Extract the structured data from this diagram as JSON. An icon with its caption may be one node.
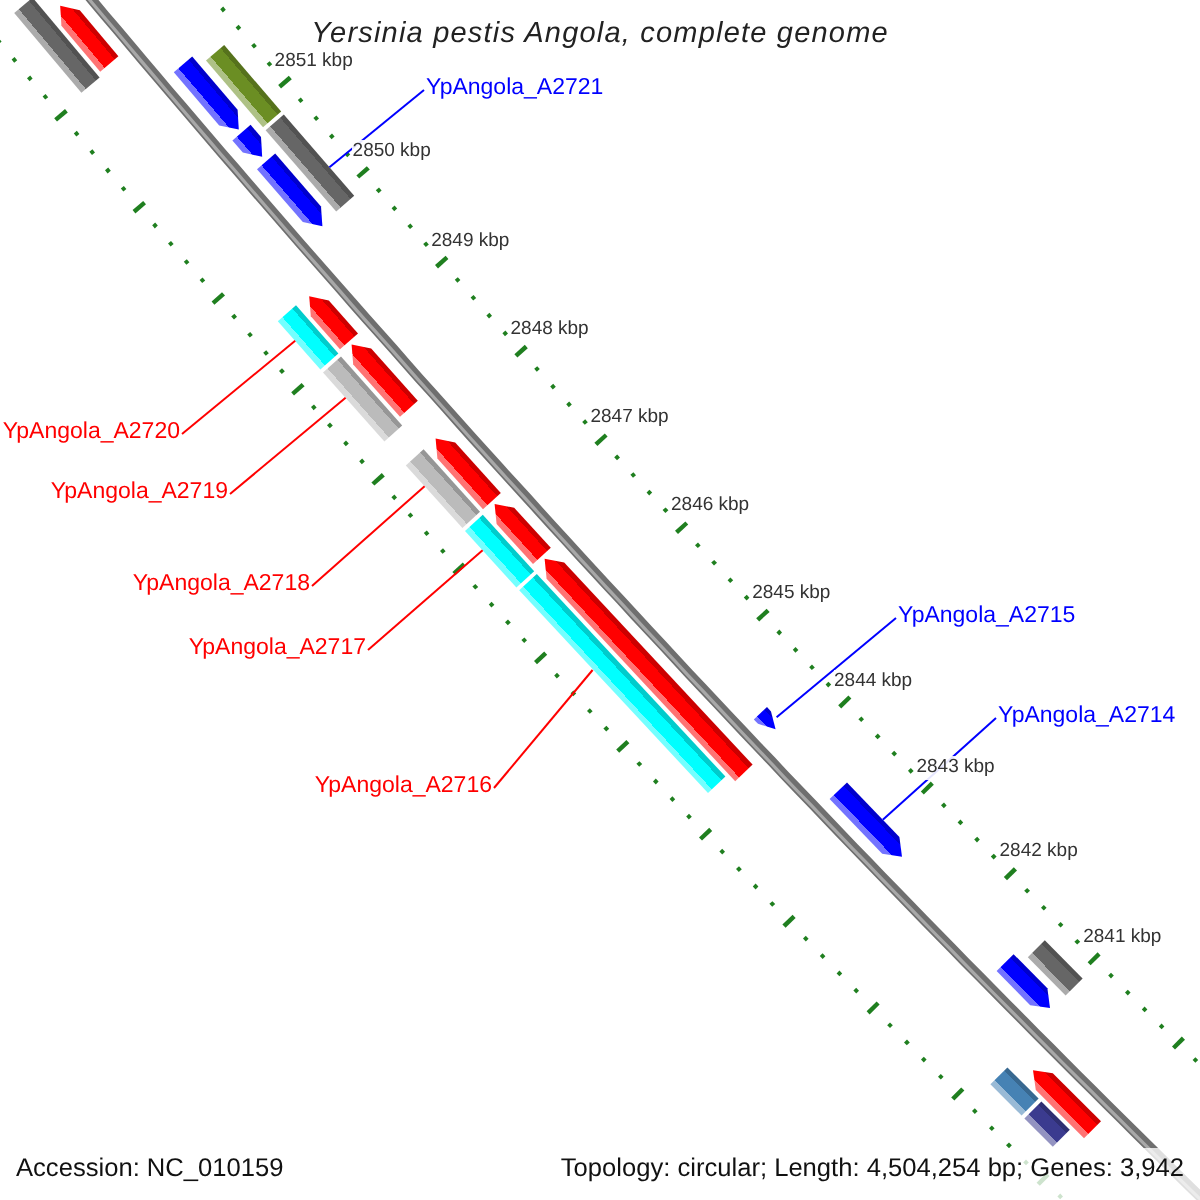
{
  "diagram": {
    "title": "Yersinia pestis Angola, complete genome",
    "nodes": [
      {
        "text": [
          "YpAngola_A2721"
        ]
      },
      {
        "text": [
          "YpAngola_A2720"
        ]
      },
      {
        "text": [
          "YpAngola_A2719"
        ]
      },
      {
        "text": [
          "YpAngola_A2718"
        ]
      },
      {
        "text": [
          "YpAngola_A2717"
        ]
      },
      {
        "text": [
          "YpAngola_A2716"
        ]
      },
      {
        "text": [
          "YpAngola_A2715"
        ]
      },
      {
        "text": [
          "YpAngola_A2714"
        ]
      },
      {
        "text": [],
        "shape": "box"
      },
      {
        "text": [],
        "shape": "arrow"
      },
      {
        "text": [],
        "shape": "arrow"
      },
      {
        "text": [],
        "shape": "box"
      },
      {
        "text": [],
        "shape": "arrow"
      },
      {
        "text": [],
        "shape": "box"
      },
      {
        "text": [],
        "shape": "arrow"
      },
      {
        "text": [],
        "shape": "box"
      },
      {
        "text": [],
        "shape": "arrow"
      },
      {
        "text": [],
        "shape": "arrow"
      },
      {
        "text": [],
        "shape": "box"
      },
      {
        "text": [],
        "shape": "box"
      },
      {
        "text": [],
        "shape": "arrow"
      },
      {
        "text": [],
        "shape": "box"
      },
      {
        "text": [],
        "shape": "arrow"
      },
      {
        "text": [],
        "shape": "arrow"
      },
      {
        "text": [],
        "shape": "box"
      },
      {
        "text": [],
        "shape": "arrow"
      },
      {
        "text": [],
        "shape": "arrow"
      },
      {
        "text": [],
        "shape": "arrow"
      },
      {
        "text": [],
        "shape": "box"
      },
      {
        "text": [],
        "shape": "box"
      },
      {
        "text": [],
        "shape": "arrow"
      },
      {
        "text": [],
        "shape": "box"
      }
    ],
    "edges": [
      {
        "from": 0,
        "to": 13,
        "arrow": "none",
        "color": "#0000ff"
      },
      {
        "from": 1,
        "to": 15,
        "arrow": "none"
      },
      {
        "from": 2,
        "to": 18,
        "arrow": "none"
      },
      {
        "from": 3,
        "to": 19,
        "arrow": "none"
      },
      {
        "from": 4,
        "to": 21,
        "arrow": "none"
      },
      {
        "from": 5,
        "to": 24,
        "arrow": "none"
      },
      {
        "from": 6,
        "to": 25,
        "arrow": "none",
        "color": "#0000ff"
      },
      {
        "from": 7,
        "to": 26,
        "arrow": "none",
        "color": "#0000ff"
      }
    ],
    "labels": [
      "2851 kbp",
      "2850 kbp",
      "2849 kbp",
      "2848 kbp",
      "2847 kbp",
      "2846 kbp",
      "2845 kbp",
      "2844 kbp",
      "2843 kbp",
      "2842 kbp",
      "2841 kbp",
      "Accession: NC_010159",
      "Topology: circular; Length: 4,504,254 bp; Genes: 3,942"
    ]
  }
}
